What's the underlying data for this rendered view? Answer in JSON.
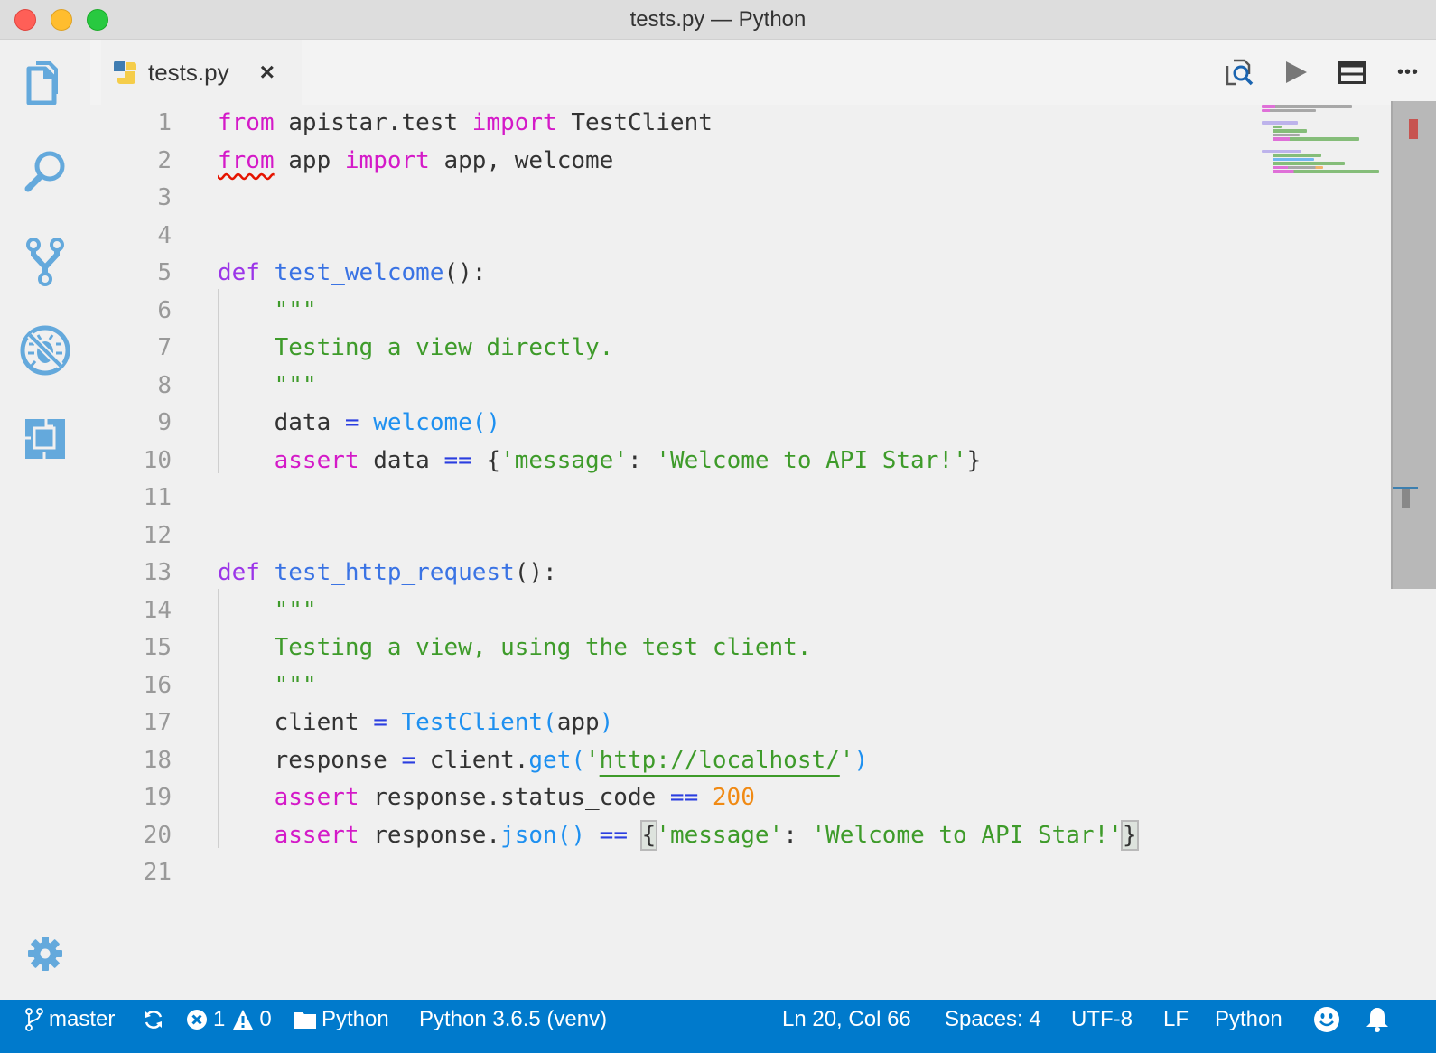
{
  "window": {
    "title": "tests.py — Python"
  },
  "activity_bar": {
    "items": [
      {
        "name": "explorer",
        "icon": "files-icon"
      },
      {
        "name": "search",
        "icon": "search-icon"
      },
      {
        "name": "source-control",
        "icon": "git-branch-icon"
      },
      {
        "name": "debug",
        "icon": "no-bug-icon"
      },
      {
        "name": "extensions",
        "icon": "extensions-icon"
      }
    ],
    "settings_icon": "gear-icon"
  },
  "tabs": [
    {
      "label": "tests.py",
      "icon": "python-file-icon",
      "close": "×",
      "active": true
    }
  ],
  "editor_actions": [
    {
      "name": "open-preview",
      "icon": "search-file-icon"
    },
    {
      "name": "run",
      "icon": "play-icon"
    },
    {
      "name": "split-editor",
      "icon": "split-icon"
    },
    {
      "name": "more",
      "icon": "ellipsis-icon",
      "glyph": "•••"
    }
  ],
  "code": {
    "line_numbers": [
      "1",
      "2",
      "3",
      "4",
      "5",
      "6",
      "7",
      "8",
      "9",
      "10",
      "11",
      "12",
      "13",
      "14",
      "15",
      "16",
      "17",
      "18",
      "19",
      "20",
      "21"
    ],
    "lines": [
      [
        {
          "t": "from",
          "c": "kw"
        },
        {
          "t": " apistar.test "
        },
        {
          "t": "import",
          "c": "kw"
        },
        {
          "t": " TestClient"
        }
      ],
      [
        {
          "t": "from",
          "c": "kw squig"
        },
        {
          "t": " app "
        },
        {
          "t": "import",
          "c": "kw"
        },
        {
          "t": " app, welcome"
        }
      ],
      [],
      [],
      [
        {
          "t": "def",
          "c": "def"
        },
        {
          "t": " "
        },
        {
          "t": "test_welcome",
          "c": "fn"
        },
        {
          "t": "():"
        }
      ],
      [
        {
          "t": "    \"\"\"",
          "c": "str"
        }
      ],
      [
        {
          "t": "    Testing a view directly.",
          "c": "str"
        }
      ],
      [
        {
          "t": "    \"\"\"",
          "c": "str"
        }
      ],
      [
        {
          "t": "    data "
        },
        {
          "t": "=",
          "c": "op"
        },
        {
          "t": " "
        },
        {
          "t": "welcome()",
          "c": "call"
        }
      ],
      [
        {
          "t": "    "
        },
        {
          "t": "assert",
          "c": "kw"
        },
        {
          "t": " data "
        },
        {
          "t": "==",
          "c": "op"
        },
        {
          "t": " {"
        },
        {
          "t": "'message'",
          "c": "str"
        },
        {
          "t": ": "
        },
        {
          "t": "'Welcome to API Star!'",
          "c": "str"
        },
        {
          "t": "}"
        }
      ],
      [],
      [],
      [
        {
          "t": "def",
          "c": "def"
        },
        {
          "t": " "
        },
        {
          "t": "test_http_request",
          "c": "fn"
        },
        {
          "t": "():"
        }
      ],
      [
        {
          "t": "    \"\"\"",
          "c": "str"
        }
      ],
      [
        {
          "t": "    Testing a view, using the test client.",
          "c": "str"
        }
      ],
      [
        {
          "t": "    \"\"\"",
          "c": "str"
        }
      ],
      [
        {
          "t": "    client "
        },
        {
          "t": "=",
          "c": "op"
        },
        {
          "t": " "
        },
        {
          "t": "TestClient(",
          "c": "call"
        },
        {
          "t": "app"
        },
        {
          "t": ")",
          "c": "call"
        }
      ],
      [
        {
          "t": "    response "
        },
        {
          "t": "=",
          "c": "op"
        },
        {
          "t": " client."
        },
        {
          "t": "get(",
          "c": "call"
        },
        {
          "t": "'",
          "c": "str"
        },
        {
          "t": "http://localhost/",
          "c": "str link"
        },
        {
          "t": "'",
          "c": "str"
        },
        {
          "t": ")",
          "c": "call"
        }
      ],
      [
        {
          "t": "    "
        },
        {
          "t": "assert",
          "c": "kw"
        },
        {
          "t": " response.status_code "
        },
        {
          "t": "==",
          "c": "op"
        },
        {
          "t": " "
        },
        {
          "t": "200",
          "c": "num"
        }
      ],
      [
        {
          "t": "    "
        },
        {
          "t": "assert",
          "c": "kw"
        },
        {
          "t": " response."
        },
        {
          "t": "json()",
          "c": "call"
        },
        {
          "t": " "
        },
        {
          "t": "==",
          "c": "op"
        },
        {
          "t": " "
        },
        {
          "t": "{",
          "c": "bracket-match"
        },
        {
          "t": "'message'",
          "c": "str"
        },
        {
          "t": ": "
        },
        {
          "t": "'Welcome to API Star!'",
          "c": "str"
        },
        {
          "t": "}",
          "c": "bracket-match"
        }
      ],
      []
    ]
  },
  "status_bar": {
    "branch": "master",
    "errors": "1",
    "warnings": "0",
    "folder": "Python",
    "interpreter": "Python 3.6.5 (venv)",
    "cursor": "Ln 20, Col 66",
    "indent": "Spaces: 4",
    "encoding": "UTF-8",
    "eol": "LF",
    "language": "Python"
  },
  "colors": {
    "accent": "#007acc",
    "activity_icon": "#64a9dc",
    "keyword": "#d41ac8",
    "string": "#3e9b2a",
    "function": "#3a73e4",
    "number": "#f08a14"
  }
}
